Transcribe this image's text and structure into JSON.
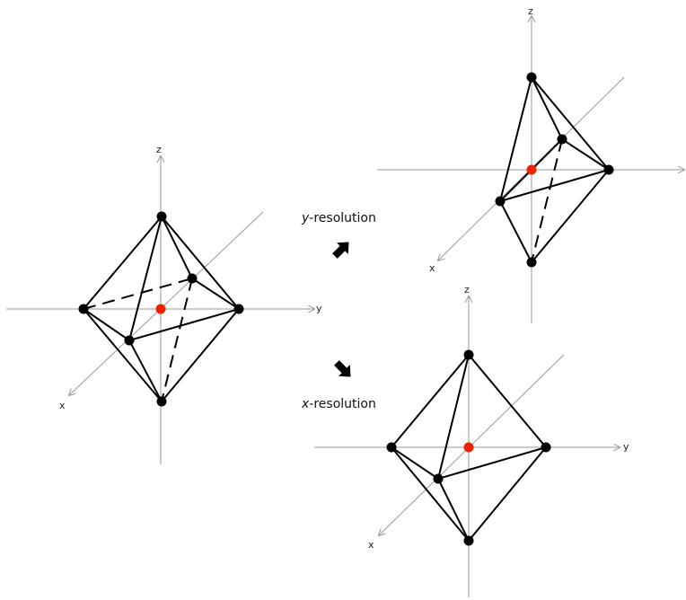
{
  "axes": {
    "x": "x",
    "y": "y",
    "z": "z"
  },
  "transitions": {
    "y_resolution": {
      "italic": "y",
      "text": "-resolution"
    },
    "x_resolution": {
      "italic": "x",
      "text": "-resolution"
    }
  },
  "colors": {
    "vertex": "#000000",
    "center": "#ee2200",
    "axis": "#9a9a9a"
  },
  "icons": [
    "arrow-icon",
    "arrow-icon"
  ]
}
